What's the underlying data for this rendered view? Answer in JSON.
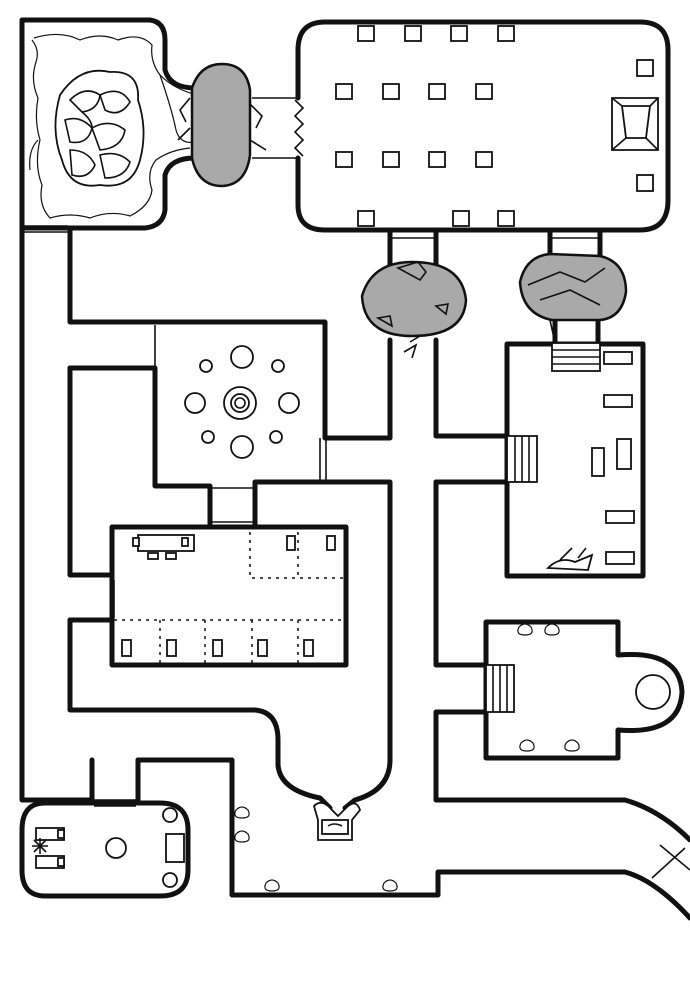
{
  "map": {
    "style": "black-and-white hand-drawn dungeon floor plan",
    "colors": {
      "wall": "#111111",
      "floor": "#ffffff",
      "rubble": "#a9a9a9"
    },
    "rooms": [
      "overgrown-cave-room",
      "pillared-hall",
      "ritual-circle-room",
      "barracks-room",
      "storage-room",
      "shrine-room",
      "bedroom",
      "fountain-corridor"
    ],
    "features": [
      "collapsed-rubble-passage",
      "throne",
      "portcullis",
      "stairs",
      "fountain",
      "table",
      "beds",
      "chests",
      "boulders",
      "altar-circle"
    ]
  }
}
